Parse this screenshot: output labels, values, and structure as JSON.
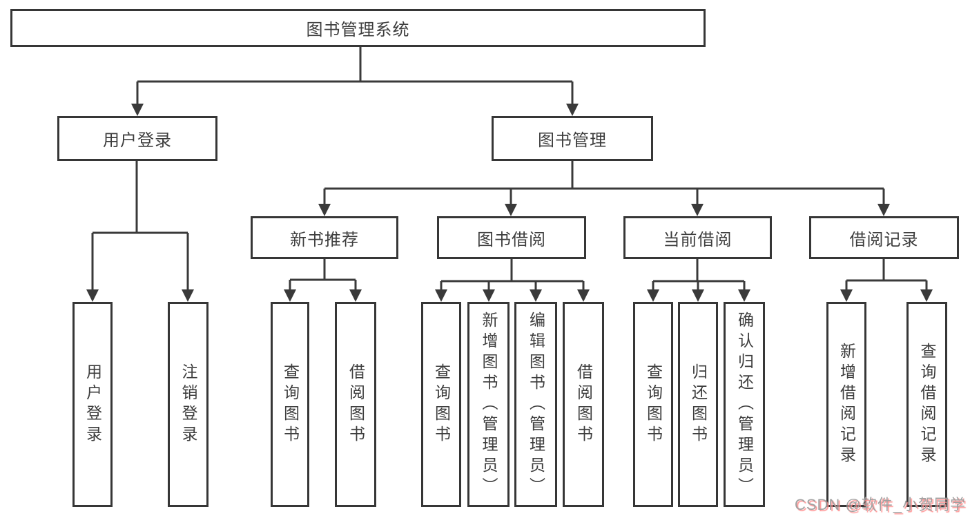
{
  "tree": {
    "label": "图书管理系统",
    "children": [
      {
        "label": "用户登录",
        "children": [
          {
            "label": "用户登录"
          },
          {
            "label": "注销登录"
          }
        ]
      },
      {
        "label": "图书管理",
        "children": [
          {
            "label": "新书推荐",
            "children": [
              {
                "label": "查询图书"
              },
              {
                "label": "借阅图书"
              }
            ]
          },
          {
            "label": "图书借阅",
            "children": [
              {
                "label": "查询图书"
              },
              {
                "label": "新增图书（管理员）"
              },
              {
                "label": "编辑图书（管理员）"
              },
              {
                "label": "借阅图书"
              }
            ]
          },
          {
            "label": "当前借阅",
            "children": [
              {
                "label": "查询图书"
              },
              {
                "label": "归还图书"
              },
              {
                "label": "确认归还（管理员）"
              }
            ]
          },
          {
            "label": "借阅记录",
            "children": [
              {
                "label": "新增借阅记录"
              },
              {
                "label": "查询借阅记录"
              }
            ]
          }
        ]
      }
    ]
  },
  "watermark": "CSDN @软件_小贺同学",
  "colors": {
    "line": "#3a3a3a",
    "box_border": "#363636",
    "text": "#3d3d3d",
    "background": "#ffffff",
    "watermark_text": "#9c9c9c",
    "watermark_shadow": "#ff8e8e"
  }
}
